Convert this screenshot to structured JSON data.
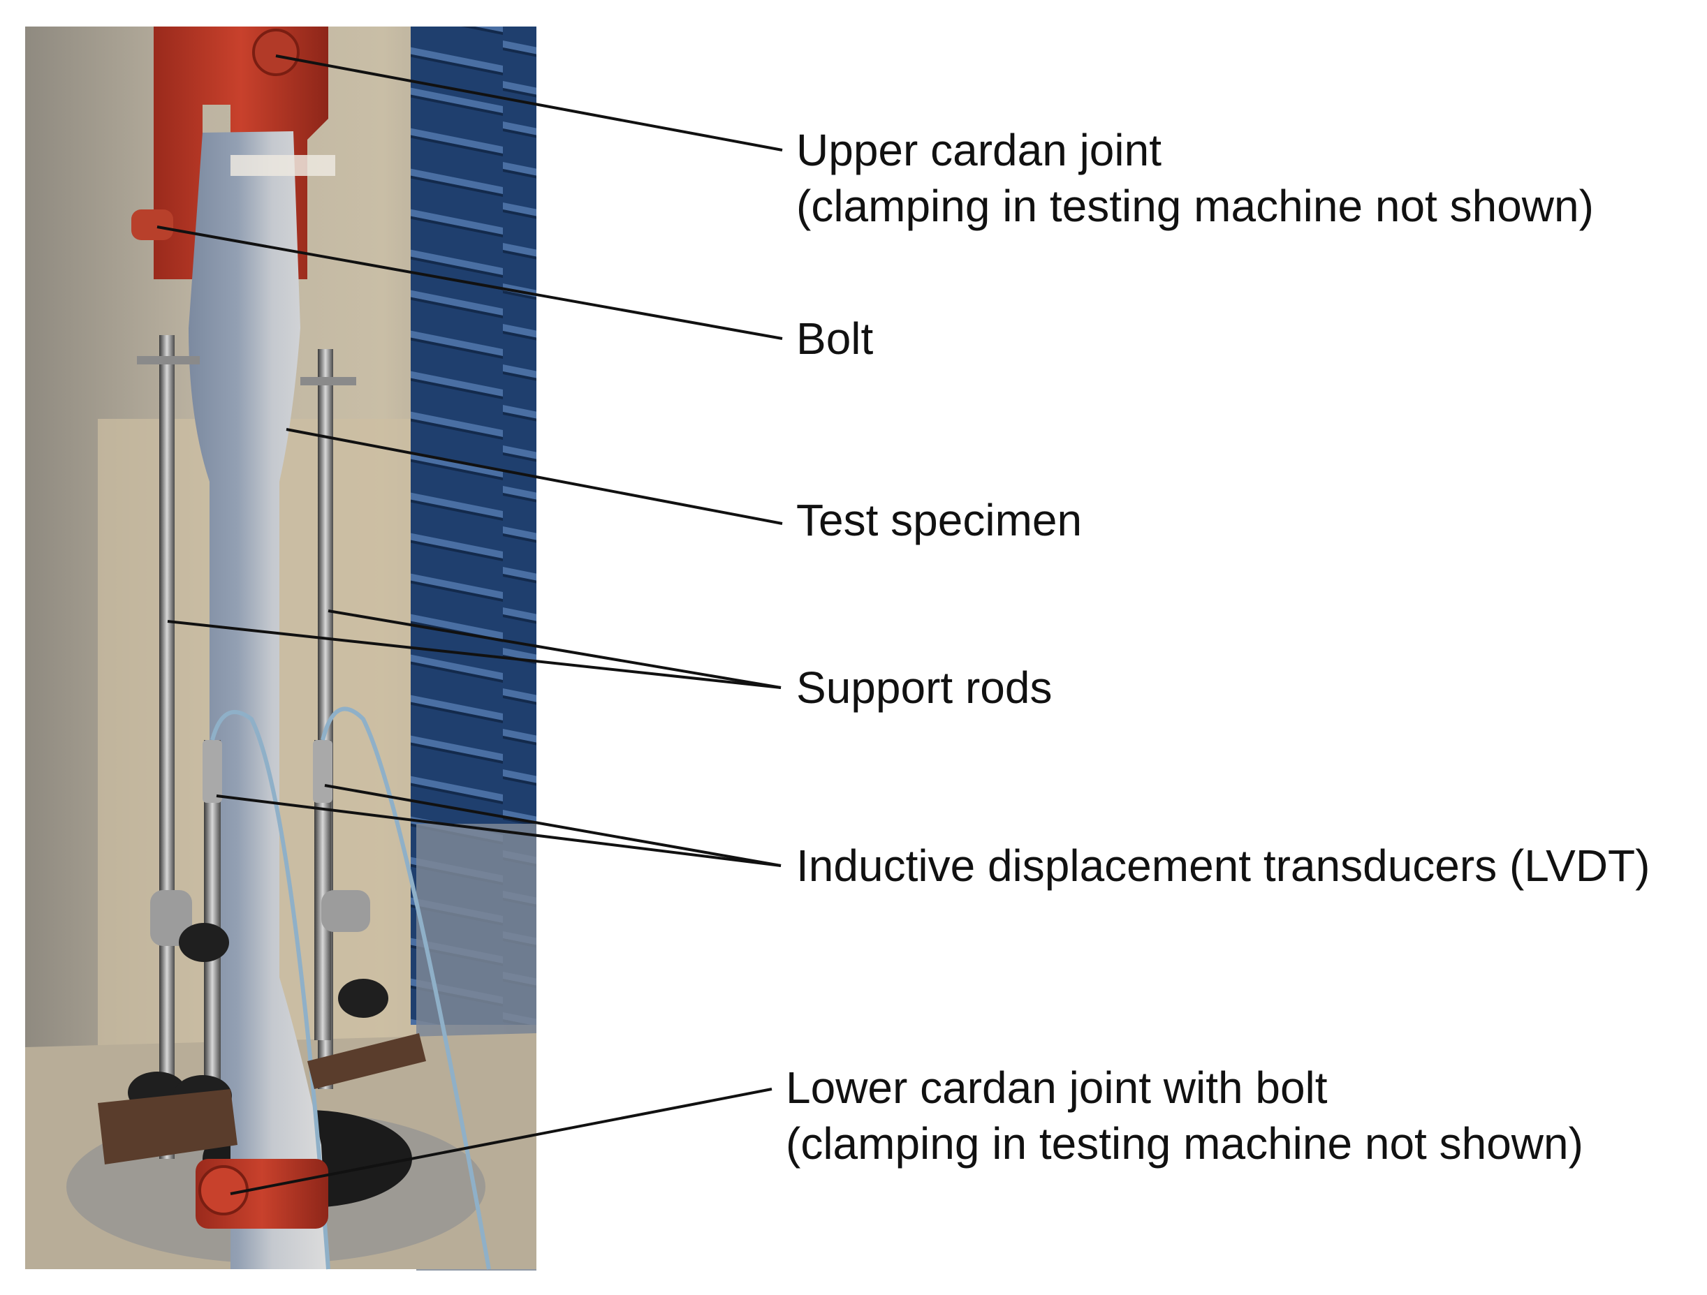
{
  "figure": {
    "photo": "test-setup-photo",
    "leader_color": "#111111",
    "labels": {
      "upper_joint": {
        "line1": "Upper cardan joint",
        "line2": "(clamping in testing machine not shown)"
      },
      "bolt": {
        "line1": "Bolt"
      },
      "specimen": {
        "line1": "Test specimen"
      },
      "support_rods": {
        "line1": "Support rods"
      },
      "lvdt": {
        "line1": "Inductive displacement transducers (LVDT)"
      },
      "lower_joint": {
        "line1": "Lower cardan joint with bolt",
        "line2": "(clamping in testing machine not shown)"
      }
    }
  }
}
